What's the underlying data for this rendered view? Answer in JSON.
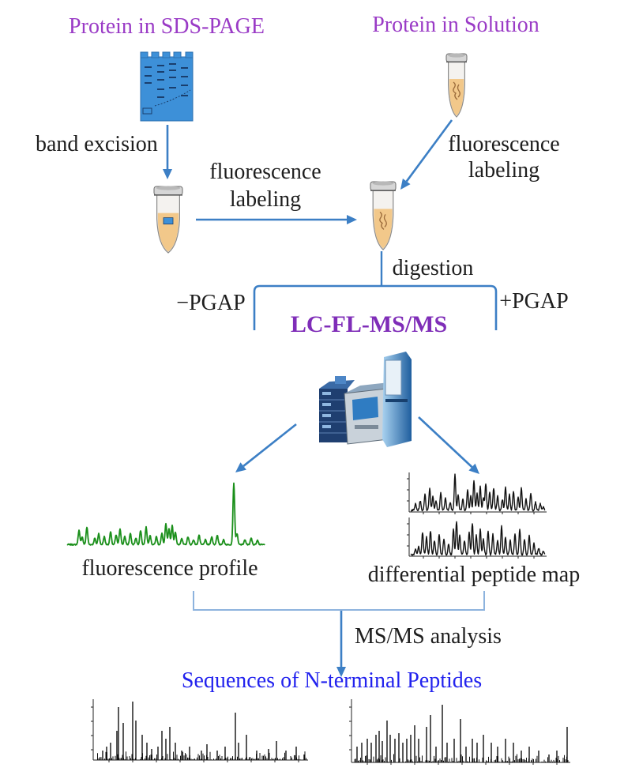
{
  "titles": {
    "sds_page": "Protein in SDS-PAGE",
    "solution": "Protein in Solution"
  },
  "steps": {
    "band_excision": "band excision",
    "labeling_left_line1": "fluorescence",
    "labeling_left_line2": "labeling",
    "labeling_right_line1": "fluorescence",
    "labeling_right_line2": "labeling",
    "digestion": "digestion",
    "minus_pgap": "−PGAP",
    "plus_pgap": "+PGAP",
    "method": "LC-FL-MS/MS",
    "msms_analysis": "MS/MS analysis"
  },
  "outputs": {
    "fluorescence_profile": "fluorescence profile",
    "peptide_map": "differential peptide map",
    "sequences": "Sequences of N-terminal Peptides"
  },
  "icons": {
    "gel": "sds-page-gel-icon",
    "tube": "microcentrifuge-tube-icon",
    "instrument": "lc-ms-instrument-icon",
    "profile": "fluorescence-chromatogram-icon",
    "map": "peptide-map-chromatogram-icon",
    "spectrum": "ms-ms-spectrum-icon"
  },
  "colors": {
    "title_purple": "#9a3bc6",
    "method_purple": "#7f2db8",
    "sequence_blue": "#2222ee",
    "arrow_blue": "#3c7fc5",
    "bracket_blue": "#8db3de",
    "profile_green": "#1a8f1a",
    "gel_blue": "#3d90d8",
    "gel_band": "#1a3f6e",
    "tube_liquid": "#f2c88a",
    "protein_brown": "#9a6a3a",
    "trace_black": "#111111"
  }
}
